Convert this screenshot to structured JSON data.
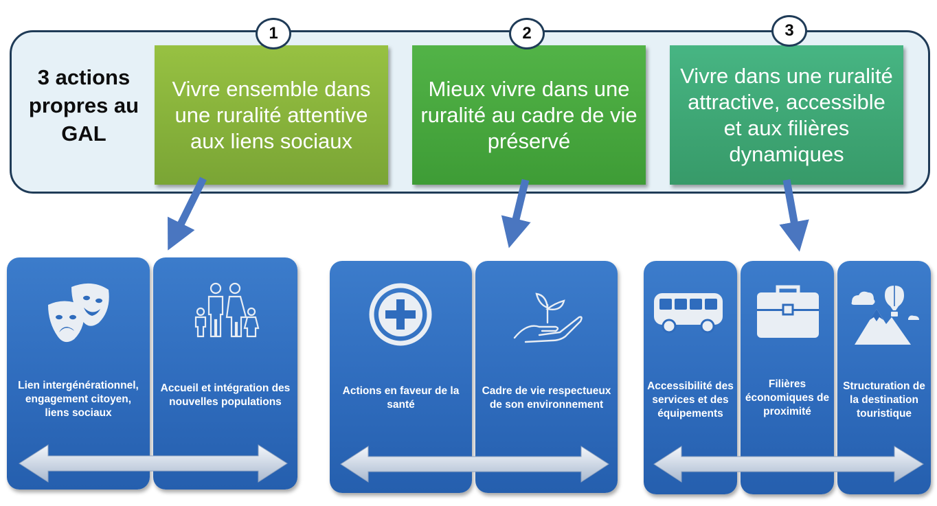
{
  "header": {
    "label": "3 actions propres au GAL",
    "colors": {
      "panel_bg": "#e6f1f7",
      "panel_border": "#1f3b57",
      "card_blue": "#2f6cbd"
    }
  },
  "axes": [
    {
      "number": "1",
      "title": "Vivre ensemble dans une ruralité attentive aux liens sociaux",
      "color": "#88b33a"
    },
    {
      "number": "2",
      "title": "Mieux vivre dans une ruralité au cadre de vie préservé",
      "color": "#47a83c"
    },
    {
      "number": "3",
      "title": "Vivre dans une ruralité attractive, accessible et aux filières dynamiques",
      "color": "#3aa774"
    }
  ],
  "groups": [
    {
      "cards": [
        {
          "icon": "theater-masks-icon",
          "label": "Lien intergénérationnel, engagement citoyen, liens sociaux"
        },
        {
          "icon": "family-icon",
          "label": "Accueil et intégration des nouvelles populations"
        }
      ]
    },
    {
      "cards": [
        {
          "icon": "medical-cross-icon",
          "label": "Actions en faveur de la santé"
        },
        {
          "icon": "plant-in-hand-icon",
          "label": "Cadre de vie respectueux de son environnement"
        }
      ]
    },
    {
      "cards": [
        {
          "icon": "bus-icon",
          "label": "Accessibilité des services et des équipements"
        },
        {
          "icon": "briefcase-icon",
          "label": "Filières économiques de proximité"
        },
        {
          "icon": "mountain-balloon-icon",
          "label": "Structuration de la destination touristique"
        }
      ]
    }
  ]
}
